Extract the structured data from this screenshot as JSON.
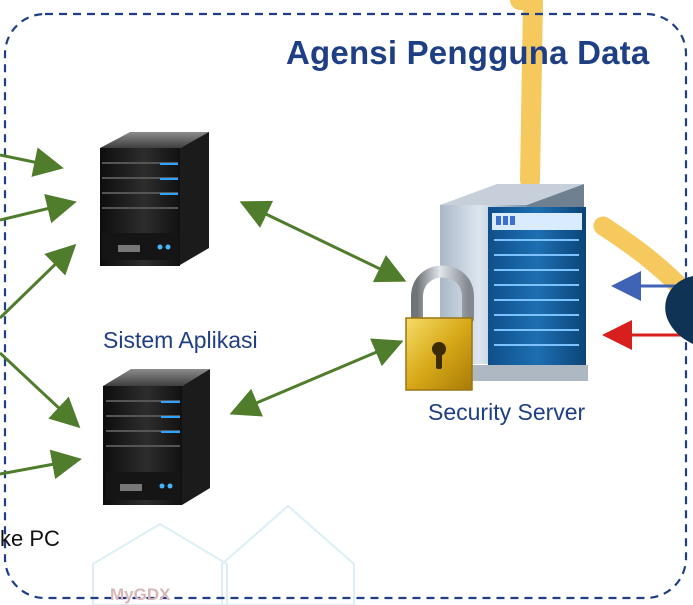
{
  "diagram": {
    "title": "Agensi Pengguna Data",
    "nodes": {
      "app_server_label": "Sistem Aplikasi",
      "security_server_label": "Security Server",
      "pc_label": "ke PC"
    },
    "watermark_text": "MyGDX",
    "colors": {
      "title": "#1f3f84",
      "border": "#1f3f84",
      "arrow": "#4f7d2c",
      "flow": "#f6c95f",
      "blue_arrow": "#3f63b5",
      "red_arrow": "#d91e1e"
    }
  }
}
